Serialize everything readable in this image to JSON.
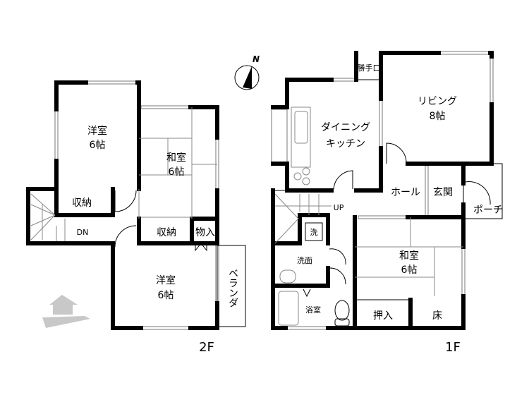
{
  "floor2": {
    "label": "2F",
    "rooms": {
      "western_north": {
        "name": "洋室",
        "size": "6帖"
      },
      "japanese": {
        "name": "和室",
        "size": "6帖"
      },
      "storage_left": {
        "name": "収納"
      },
      "storage_mid": {
        "name": "収納"
      },
      "closet": {
        "name": "物入"
      },
      "western_south": {
        "name": "洋室",
        "size": "6帖"
      },
      "veranda": {
        "name": "ベランダ"
      }
    },
    "stairs": "DN"
  },
  "floor1": {
    "label": "1F",
    "rooms": {
      "back_door": {
        "name": "勝手口"
      },
      "living": {
        "name": "リビング",
        "size": "8帖"
      },
      "dining": {
        "name": "ダイニング",
        "name2": "キッチン"
      },
      "hall": {
        "name": "ホール"
      },
      "entrance": {
        "name": "玄関"
      },
      "porch": {
        "name": "ポーチ"
      },
      "laundry": {
        "name": "洗"
      },
      "washroom": {
        "name": "洗面"
      },
      "bathroom": {
        "name": "浴室"
      },
      "japanese": {
        "name": "和室",
        "size": "6帖"
      },
      "oshiire": {
        "name": "押入"
      },
      "tokonoma": {
        "name": "床"
      }
    },
    "stairs": "UP"
  },
  "compass": {
    "label": "N"
  },
  "colors": {
    "wall": "#000000",
    "watermark": "#c8c8c8"
  }
}
